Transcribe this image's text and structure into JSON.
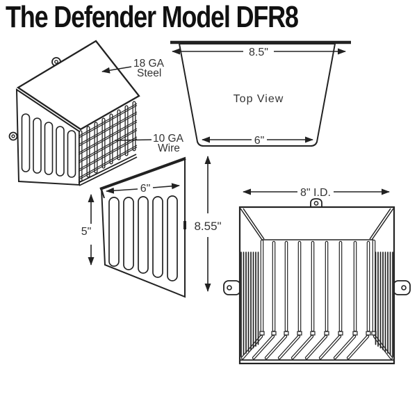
{
  "title": "The Defender Model DFR8",
  "views": {
    "top_view": {
      "label": "Top View",
      "dim_outer_width": "8.5\"",
      "dim_inner_width": "6\""
    },
    "perspective_view": {
      "material_top_line1": "18 GA",
      "material_top_line2": "Steel",
      "material_wire_line1": "10 GA",
      "material_wire_line2": "Wire"
    },
    "side_view": {
      "dim_depth": "6\"",
      "dim_front_height": "5\"",
      "dim_back_height": "8.55\""
    },
    "front_view": {
      "dim_inner_diameter": "8\" I.D."
    }
  },
  "colors": {
    "line": "#222222",
    "text": "#333333",
    "background": "#ffffff"
  }
}
